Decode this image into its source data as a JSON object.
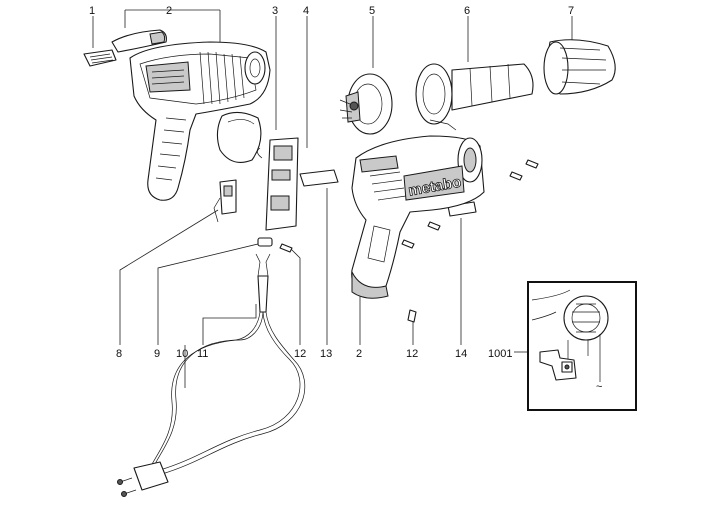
{
  "labels": {
    "l1": "1",
    "l2a": "2",
    "l3": "3",
    "l4": "4",
    "l5": "5",
    "l6": "6",
    "l7": "7",
    "l8": "8",
    "l9": "9",
    "l10": "10",
    "l11": "11",
    "l12a": "12",
    "l13": "13",
    "l2b": "2",
    "l12b": "12",
    "l14": "14",
    "l1001": "1001"
  },
  "brand_text": "metabo",
  "colors": {
    "line": "#1a1a1a",
    "shade": "#c9c9c9",
    "background": "#ffffff"
  }
}
